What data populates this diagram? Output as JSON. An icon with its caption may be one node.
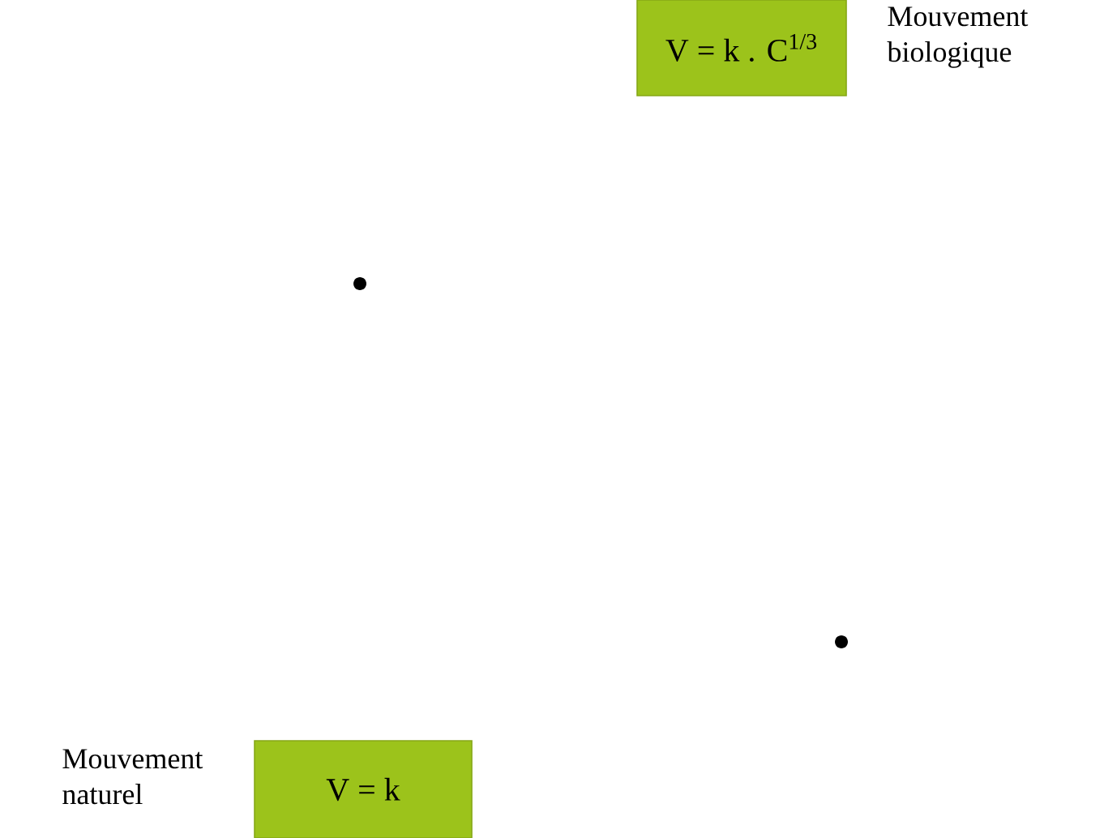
{
  "diagram": {
    "nodes": [
      {
        "text": [
          "V = k . C$^{1/3}$"
        ],
        "beside": [
          "Mouvement biologique"
        ]
      },
      {
        "text": [
          "V = k"
        ],
        "beside": [
          "Mouvement naturel"
        ]
      }
    ]
  }
}
